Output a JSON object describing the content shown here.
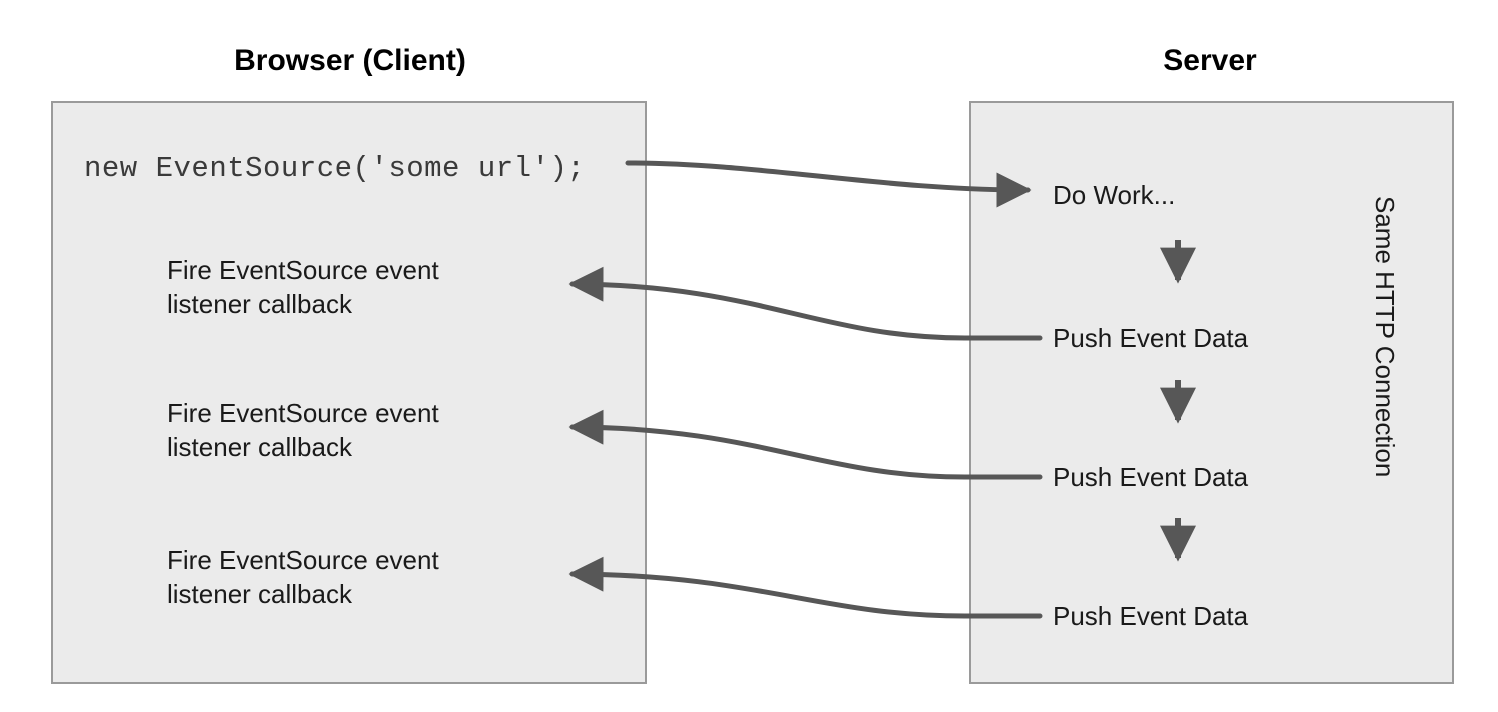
{
  "diagram": {
    "title_client": "Browser (Client)",
    "title_server": "Server",
    "code_snippet": "new EventSource('some url');",
    "vertical_label": "Same HTTP Connection",
    "client_events": [
      {
        "line1": "Fire EventSource event",
        "line2": "listener callback"
      },
      {
        "line1": "Fire EventSource event",
        "line2": "listener callback"
      },
      {
        "line1": "Fire EventSource event",
        "line2": "listener callback"
      }
    ],
    "server_steps": [
      {
        "label": "Do Work..."
      },
      {
        "label": "Push Event Data"
      },
      {
        "label": "Push Event Data"
      },
      {
        "label": "Push Event Data"
      }
    ],
    "colors": {
      "box_fill": "#ebebeb",
      "box_border": "#9a9a9a",
      "arrow": "#575757",
      "text": "#1a1a1a",
      "code_text": "#3a3a3a",
      "page_background": "#ffffff"
    }
  }
}
